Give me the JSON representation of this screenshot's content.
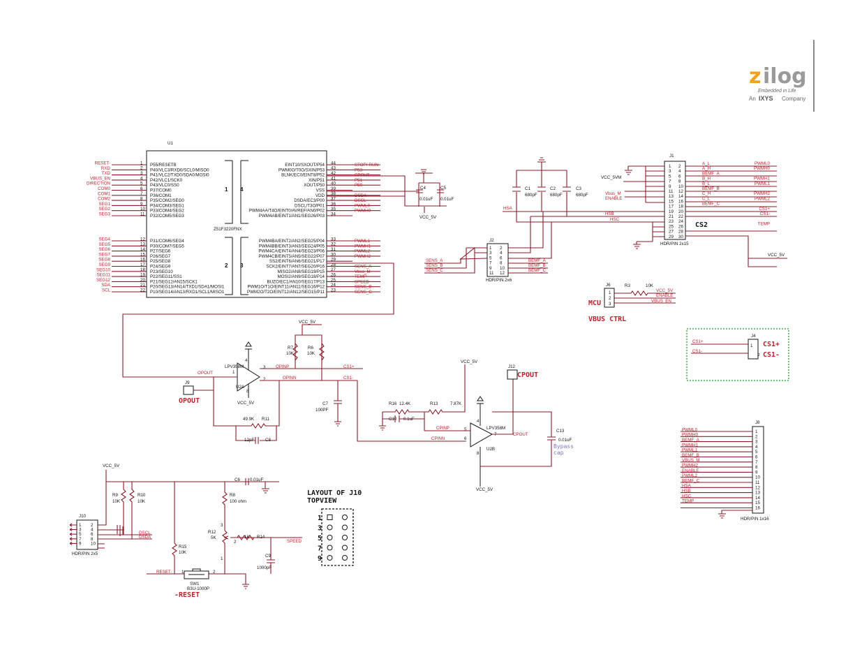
{
  "logo": {
    "l1": "z",
    "l2": "ilog",
    "tagline": "Embedded in Life",
    "company1": "An",
    "company2": "IXYS",
    "company3": "Company"
  },
  "mcu": {
    "ref": "U1",
    "part": "Z51F3220FNX",
    "sections": [
      "1",
      "2",
      "3",
      "4"
    ],
    "left1": [
      [
        "P55/RESETB",
        "1"
      ],
      [
        "P40/VLC3/RXD0/SCL0/MISO0",
        "2"
      ],
      [
        "P41/VLC2/TXD0/SDA0/MOSI0",
        "3"
      ],
      [
        "P42/VLC1/SCK0",
        "4"
      ],
      [
        "P43/VLC0/SS0",
        "5"
      ],
      [
        "P37/COM0",
        "6"
      ],
      [
        "P36/COM1",
        "7"
      ],
      [
        "P35/COM2/SEG0",
        "8"
      ],
      [
        "P34/COM3/SEG1",
        "9"
      ],
      [
        "P33/COM4/SEG2",
        "10"
      ],
      [
        "P32/COM5/SEG3",
        "11"
      ]
    ],
    "left2": [
      [
        "P31/COM6/SEG4",
        "12"
      ],
      [
        "P30/COM7/SEG5",
        "13"
      ],
      [
        "P27/SEG6",
        "14"
      ],
      [
        "P26/SEG7",
        "15"
      ],
      [
        "P25/SEG8",
        "16"
      ],
      [
        "P24/SEG9",
        "17"
      ],
      [
        "P23/SEG10",
        "18"
      ],
      [
        "P22/SEG11/SS1",
        "19"
      ],
      [
        "P21/SEG12/AN15/SCK1",
        "20"
      ],
      [
        "P20/SEG13/AN14/TXD1/SDA1/MOSI1",
        "21"
      ],
      [
        "P10/SEG14/AN13/RXD1/SCL1/MISO1",
        "22"
      ]
    ],
    "right1": [
      [
        "EINT10/SXOUT/P54",
        "44"
      ],
      [
        "PWM0O/T0O/SXIN/P53",
        "43"
      ],
      [
        "BLNK/EC0/EINT8/P52",
        "42"
      ],
      [
        "XIN/P51",
        "41"
      ],
      [
        "XOUT/P50",
        "40"
      ],
      [
        "VSS",
        "39"
      ],
      [
        "VDD",
        "38"
      ],
      [
        "DSDA/EC3/P00",
        "37"
      ],
      [
        "DSCL/T3O/P01",
        "36"
      ],
      [
        "PWM4AA/T4O/EINT0/AVREF/AN0/P02",
        "35"
      ],
      [
        "PWM4AB/EINT1/AN1/SEG26/P03",
        "34"
      ]
    ],
    "right2": [
      [
        "PWM4BA/EINT2/AN2/SEG25/P04",
        "33"
      ],
      [
        "PWM4BB/EINT3/AN3/SEG24/P05",
        "32"
      ],
      [
        "PWM4CA/EINT4/AN4/SEG23/P06",
        "31"
      ],
      [
        "PWM4CB/EINT5/AN5/SEG22/P07",
        "30"
      ],
      [
        "SS2/EINT6/AN6/SEG21/P17",
        "29"
      ],
      [
        "SCK2/EINT7/AN7/SEG20/P16",
        "28"
      ],
      [
        "MISO2/AN8/SEG19/P15",
        "27"
      ],
      [
        "MOSI2/AN9/SEG18/P14",
        "26"
      ],
      [
        "BUZO/EC1/AN10/SEG17/P13",
        "25"
      ],
      [
        "PWM1O/T1O/EINT11/AN11/SEG16/P12",
        "24"
      ],
      [
        "PWM2O/T2O/EINT12/AN12/SEG15/P11",
        "23"
      ]
    ],
    "netsL1": [
      "RESET-",
      "RXD",
      "TXD",
      "VBUS_EN",
      "DIRECTION",
      "COM0",
      "COM1",
      "COM2",
      "SEG1",
      "SEG2",
      "SEG3"
    ],
    "netsL2": [
      "SEG4",
      "SEG5",
      "SEG6",
      "SEG7",
      "SEG8",
      "SEG9",
      "SEG10",
      "SEG11",
      "SEG12",
      "SDA",
      "SCL"
    ],
    "netsR1": [
      "STOP/-RUN",
      "P53",
      "CPOUT",
      "P51",
      "P50",
      "",
      "DSDA",
      "DSCL",
      "PWML0",
      "PWMH0",
      ""
    ],
    "netsR2": [
      "PWML1",
      "PWMH1",
      "PWML2",
      "PWMH2",
      "",
      "SENS_A",
      "Vbus_M",
      "TEMP",
      "SPEED",
      "SENS_B",
      "SENS_C"
    ]
  },
  "xtal": {
    "c4": "C4",
    "c4v": "0.01uF",
    "c5": "C5",
    "c5v": "0.01uF",
    "vcc": "VCC_5V"
  },
  "j1": {
    "ref": "J1",
    "part": "HDR/PIN 2x15",
    "title": "CS2",
    "pinsL": [
      "1",
      "3",
      "5",
      "7",
      "9",
      "11",
      "13",
      "15",
      "17",
      "19",
      "21",
      "23",
      "25",
      "27",
      "29"
    ],
    "pinsR": [
      "2",
      "4",
      "6",
      "8",
      "10",
      "12",
      "14",
      "16",
      "18",
      "20",
      "22",
      "24",
      "26",
      "28",
      "30"
    ],
    "netsL": [
      "",
      "",
      "",
      "",
      "",
      "Vbus_M",
      "ENABLE",
      "",
      "",
      "",
      "",
      "",
      "",
      "",
      ""
    ],
    "sigA": [
      "A_L",
      "A_H",
      "BEMF_A",
      "B_H",
      "B_L",
      "BEMF_B",
      "C_H",
      "C_L",
      "BEMF_C"
    ],
    "sigB": [
      "PWML0",
      "PWMH0",
      "",
      "PWMH1",
      "PWML1",
      "",
      "PWMH2",
      "PWML2",
      "",
      "CS1+",
      "CS1-",
      "",
      "TEMP"
    ],
    "vcc": "VCC_5VM",
    "hsa": "HSA",
    "hsb": "HSB",
    "hsc": "HSC"
  },
  "caps680": [
    {
      "ref": "C1",
      "v": "680pF"
    },
    {
      "ref": "C2",
      "v": "680pF"
    },
    {
      "ref": "C3",
      "v": "680pF"
    }
  ],
  "j2": {
    "ref": "J2",
    "part": "HDR/PIN 2x6",
    "pinsL": [
      "1",
      "3",
      "5",
      "7",
      "9",
      "11"
    ],
    "pinsR": [
      "2",
      "4",
      "6",
      "8",
      "10",
      "12"
    ],
    "netsL": [
      "SENS_A",
      "SENS_B",
      "SENS_C"
    ],
    "netsR": [
      "BEMF_A",
      "BEMF_B",
      "BEMF_C"
    ]
  },
  "j6": {
    "ref": "J6",
    "r": "R3",
    "rv": "10K",
    "pins": [
      "1",
      "2",
      "3"
    ],
    "nets": [
      "VCC_5V",
      "ENABLE",
      "VBUS_EN"
    ],
    "mcu": "MCU",
    "title": "VBUS CTRL",
    "vcc": "VCC_5V"
  },
  "j4": {
    "ref": "J4",
    "pins": [
      "1",
      "2"
    ],
    "nets": [
      "CS1+",
      "CS1-"
    ],
    "l1": "CS1+",
    "l2": "CS1-"
  },
  "opa": {
    "ref": "U2A",
    "part": "LPV358M",
    "vcc": "VCC_5V",
    "out": "OPOUT",
    "inp": "OPINP",
    "inn": "OPINN",
    "p3": "3",
    "p2": "2",
    "p1": "1",
    "p4": "4",
    "p8": "8",
    "r7": "R7",
    "r7v": "10K",
    "r6": "R6",
    "r6v": "10K",
    "r11": "R11",
    "r11v": "49.9K",
    "c8": "C8",
    "c8v": "12pF",
    "c7": "C7",
    "c7v": "100PF",
    "j9": "J9",
    "j9lbl": "OPOUT",
    "cs1p": "CS1+",
    "cs1n": "CS1-",
    "vcc2": "VCC_5V"
  },
  "opb": {
    "ref": "U2B",
    "part": "LPV358M",
    "vcc": "VCC_5V",
    "vcc2": "VCC_5V",
    "cpinp": "CPINP",
    "cpinn": "CPINN",
    "cpout": "CPOUT",
    "p5": "5",
    "p6": "6",
    "p7": "7",
    "p4": "4",
    "p8": "8",
    "r16": "R16",
    "r16v": "12.4K",
    "r13": "R13",
    "r13v": "7.87K",
    "c10": "C10",
    "c10v": "0.1uF",
    "c13": "C13",
    "c13v": "0.01uF",
    "bypass1": "Bypass",
    "bypass2": "cap",
    "j12": "J12",
    "j12lbl": "CPOUT"
  },
  "j8": {
    "ref": "J8",
    "part": "HDR/PIN 1x16",
    "pins": [
      "1",
      "2",
      "3",
      "4",
      "5",
      "6",
      "7",
      "8",
      "9",
      "10",
      "11",
      "12",
      "13",
      "14",
      "15",
      "16"
    ],
    "nets": [
      "PWML0",
      "PWMH0",
      "BEMF_A",
      "PWMH1",
      "PWML1",
      "BEMF_B",
      "VBUS_M",
      "PWMH2",
      "ENABLE",
      "PWML2",
      "BEMF_C",
      "HSA",
      "HSB",
      "HSC",
      "TEMP",
      ""
    ]
  },
  "j10": {
    "ref": "J10",
    "part": "HDR/PIN 2x5",
    "pinsL": [
      "1",
      "3",
      "5",
      "7",
      "9"
    ],
    "pinsR": [
      "2",
      "4",
      "6",
      "8",
      "10"
    ],
    "nets": [
      "DSCL",
      "DSDA"
    ],
    "vcc": "VCC_5V",
    "r9": "R9",
    "r9v": "10K",
    "r10": "R10",
    "r10v": "10K",
    "r15": "R15",
    "r15v": "10K"
  },
  "speed": {
    "r8": "R8",
    "r8v": "100 ohm",
    "r12": "R12",
    "r12v": "5K",
    "r14": "R14",
    "r14v": "1K",
    "c6": "C6",
    "c6v": "0.01uF",
    "c9": "C9",
    "c9v": "1000pF",
    "net": "SPEED",
    "p1": "1",
    "p2": "2",
    "p3": "3"
  },
  "sw": {
    "ref": "SW1",
    "part": "B3U-1000P",
    "label": "-RESET",
    "net": "RESET-",
    "p1": "1",
    "p2": "2"
  },
  "layout": {
    "title1": "LAYOUT OF J10",
    "title2": "TOPVIEW",
    "rows": [
      "1",
      "3",
      "5",
      "7",
      "9"
    ]
  }
}
